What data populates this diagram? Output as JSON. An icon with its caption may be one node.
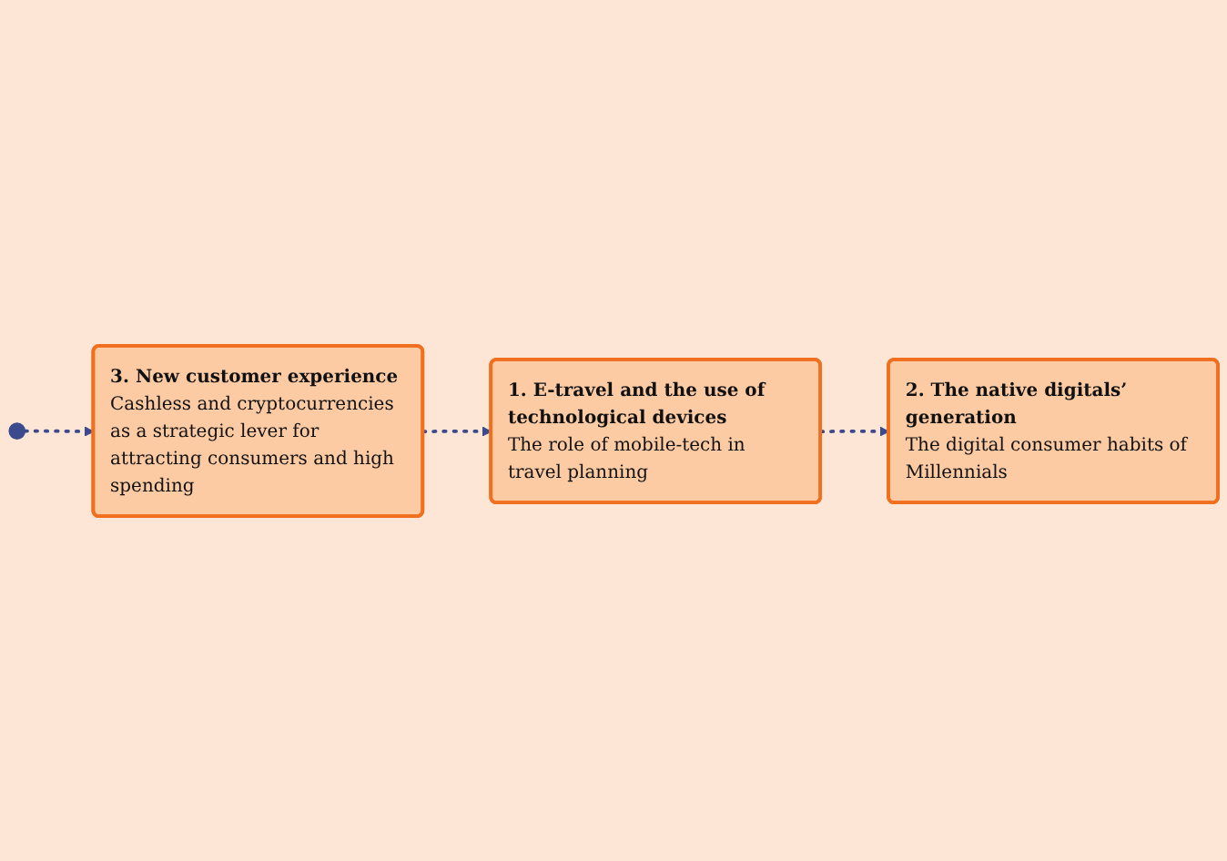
{
  "diagram": {
    "nodes": [
      {
        "text": [
          "1. E-travel and the use of technological devices",
          "The role of mobile-tech in travel planning"
        ]
      },
      {
        "text": [
          "2. The native digitals’ generation",
          "The digital consumer habits of Millennials"
        ]
      },
      {
        "text": [
          "3. New customer experience",
          "Cashless and cryptocurrencies as a strategic lever for attracting consumers and high spending"
        ]
      }
    ],
    "edges": [
      {
        "from": 0,
        "to": 1,
        "arrow": "to",
        "style": "dashed"
      },
      {
        "from": 2,
        "to": 0,
        "arrow": "to",
        "style": "dashed"
      },
      {
        "from": null,
        "to": 2,
        "arrow": "to",
        "style": "dashed"
      }
    ]
  }
}
